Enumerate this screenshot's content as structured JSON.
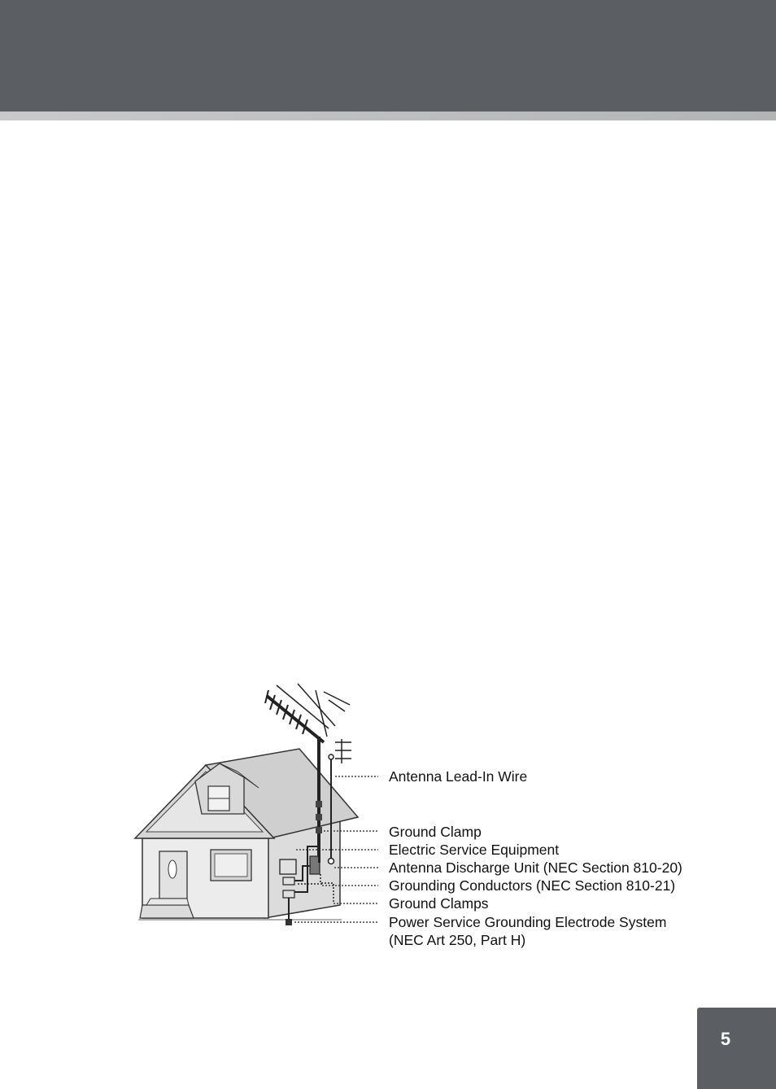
{
  "diagram": {
    "labels": [
      "Antenna Lead-In Wire",
      "Ground Clamp",
      "Electric Service Equipment",
      "Antenna Discharge Unit (NEC Section 810-20)",
      "Grounding Conductors (NEC Section 810-21)",
      "Ground Clamps",
      "Power Service Grounding Electrode System",
      "(NEC Art 250, Part H)"
    ]
  },
  "page": {
    "number": "5"
  }
}
